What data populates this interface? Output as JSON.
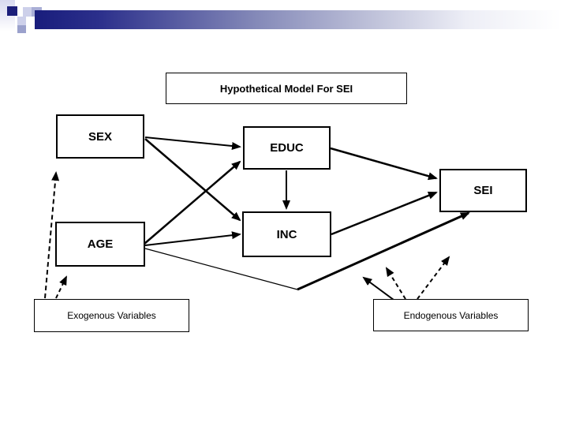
{
  "slide": {
    "title": "Hypothetical Model For SEI"
  },
  "nodes": {
    "sex": "SEX",
    "educ": "EDUC",
    "sei": "SEI",
    "age": "AGE",
    "inc": "INC"
  },
  "captions": {
    "exogenous": "Exogenous Variables",
    "endogenous": "Endogenous Variables"
  },
  "diagram": {
    "edges": [
      {
        "from": "SEX",
        "to": "EDUC",
        "style": "solid"
      },
      {
        "from": "SEX",
        "to": "INC",
        "style": "solid"
      },
      {
        "from": "AGE",
        "to": "EDUC",
        "style": "solid"
      },
      {
        "from": "AGE",
        "to": "INC",
        "style": "solid"
      },
      {
        "from": "EDUC",
        "to": "INC",
        "style": "solid"
      },
      {
        "from": "EDUC",
        "to": "SEI",
        "style": "solid"
      },
      {
        "from": "INC",
        "to": "SEI",
        "style": "solid"
      },
      {
        "from": "AGE",
        "to": "SEI",
        "style": "solid-bent"
      },
      {
        "from": "Exogenous Variables",
        "to": "SEX",
        "style": "dashed"
      },
      {
        "from": "Exogenous Variables",
        "to": "AGE",
        "style": "dashed"
      },
      {
        "from": "Endogenous Variables",
        "to": "INC",
        "style": "solid"
      },
      {
        "from": "Endogenous Variables",
        "to": "EDUC",
        "style": "dashed"
      },
      {
        "from": "Endogenous Variables",
        "to": "SEI",
        "style": "dashed"
      }
    ]
  },
  "colors": {
    "accent_navy": "#1c1f7a",
    "accent_periwinkle": "#9ba1cc",
    "accent_lavender": "#cdd0ea",
    "line": "#000000",
    "background": "#ffffff"
  }
}
